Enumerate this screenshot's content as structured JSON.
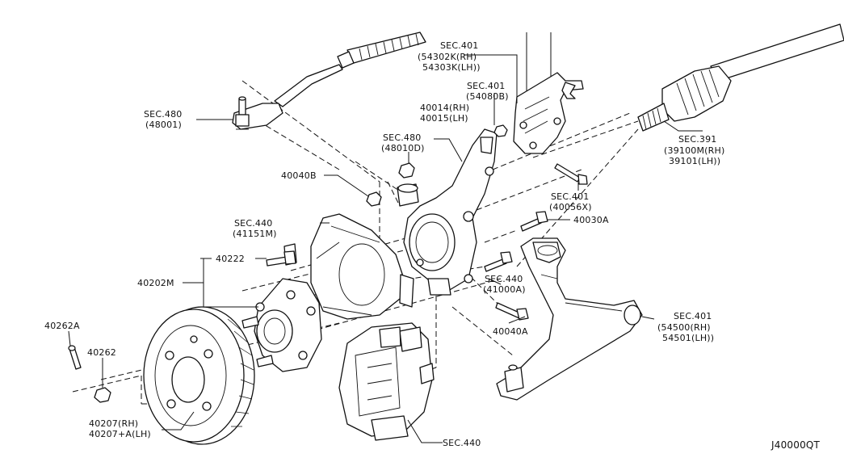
{
  "diagram_code": "J40000QT",
  "labels": {
    "sec480_tie": [
      "SEC.480",
      "(48001)"
    ],
    "sec401_strut": [
      "SEC.401",
      "(54302K(RH)",
      "54303K(LH))"
    ],
    "sec401_bracket": [
      "SEC.401",
      "(54080B)"
    ],
    "knuckle": [
      "40014(RH)",
      "40015(LH)"
    ],
    "sec480_nut": [
      "SEC.480",
      "(48010D)"
    ],
    "sec391": [
      "SEC.391",
      "(39100M(RH)",
      "39101(LH))"
    ],
    "nut_40040b": "40040B",
    "sec401_bolt": [
      "SEC.401",
      "(40056X)"
    ],
    "sec440_baffle": [
      "SEC.440",
      "(41151M)"
    ],
    "bolt_40030a": "40030A",
    "bolt_40222": "40222",
    "hub_40202m": "40202M",
    "sec440_caliper_bolt": [
      "SEC.440",
      "(41000A)"
    ],
    "sec401_arm": [
      "SEC.401",
      "(54500(RH)",
      "54501(LH))"
    ],
    "nut_40040a": "40040A",
    "pin_40262a": "40262A",
    "nut_40262": "40262",
    "rotor": [
      "40207(RH)",
      "40207+A(LH)"
    ],
    "sec440_caliper": "SEC.440"
  }
}
